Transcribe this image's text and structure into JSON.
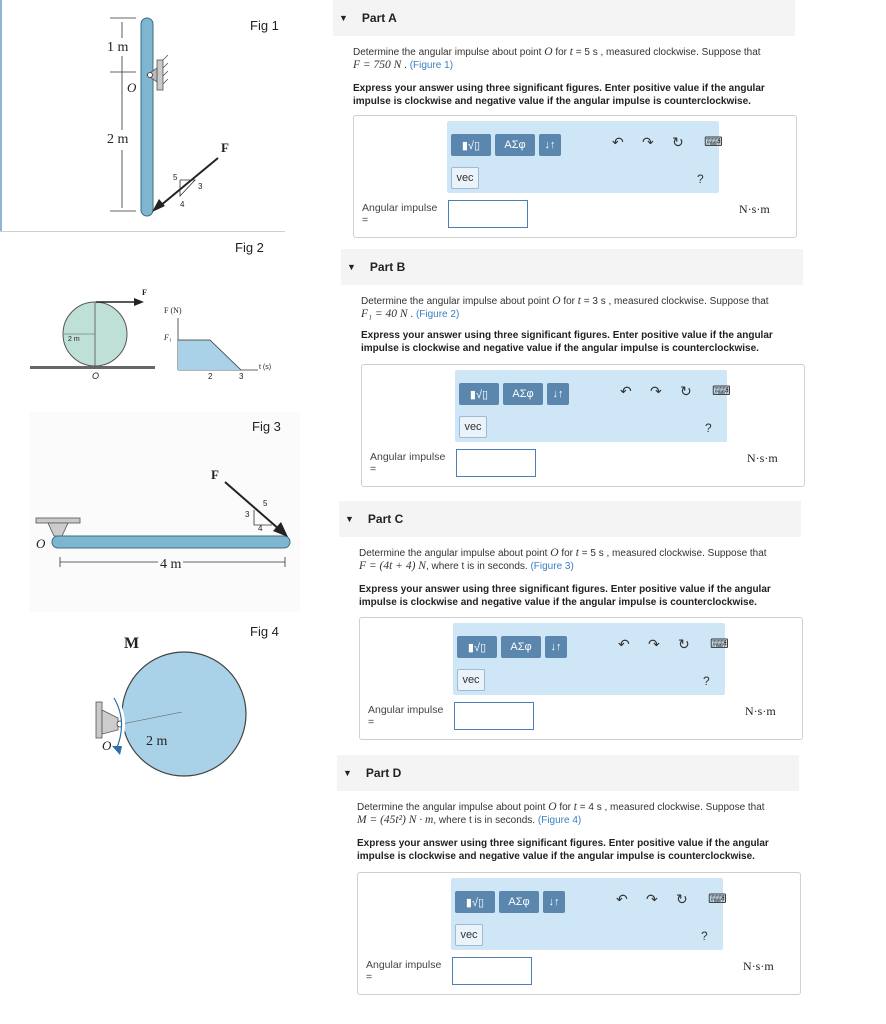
{
  "figures": {
    "fig1": {
      "label": "Fig 1",
      "dim_top": "1 m",
      "dim_bottom": "2 m",
      "point": "O",
      "force": "F",
      "slope": [
        "5",
        "3",
        "4"
      ]
    },
    "fig2": {
      "label": "Fig 2",
      "force": "F",
      "radius": "2 m",
      "point": "O",
      "y_axis": "F (N)",
      "y_tick": "F₁",
      "x_ticks": [
        "2",
        "3"
      ],
      "x_axis": "t (s)"
    },
    "fig3": {
      "label": "Fig 3",
      "force": "F",
      "slope": [
        "3",
        "5",
        "4"
      ],
      "point": "O",
      "length": "4 m"
    },
    "fig4": {
      "label": "Fig 4",
      "moment": "M",
      "radius": "2 m",
      "point": "O"
    }
  },
  "toolbar": {
    "templates": "▮√▯",
    "greek": "ΑΣφ",
    "arrows": "↓↑",
    "vec": "vec",
    "help": "?",
    "undo": "↶",
    "redo": "↷",
    "reset": "↻",
    "keyboard": "⌨"
  },
  "parts": [
    {
      "title": "Part A",
      "q1": "Determine the angular impulse about point ",
      "q_var": "O",
      "q2": " for ",
      "q_t": "t",
      "q3": " = 5  s , measured clockwise. Suppose that",
      "given": "F = 750  N",
      "given_suffix": " . ",
      "fig_link": "(Figure 1)",
      "instruction": "Express your answer using three significant figures. Enter positive value if the angular impulse is clockwise and negative value if the angular impulse is counterclockwise.",
      "answer_label": "Angular impulse =",
      "unit": "N·s·m"
    },
    {
      "title": "Part B",
      "q1": "Determine the angular impulse about point ",
      "q_var": "O",
      "q2": " for ",
      "q_t": "t",
      "q3": " = 3 s , measured clockwise. Suppose that",
      "given": "F₁ = 40  N",
      "given_suffix": " . ",
      "fig_link": "(Figure 2)",
      "instruction": "Express your answer using three significant figures. Enter positive value if the angular impulse is clockwise and negative value if the angular impulse is counterclockwise.",
      "answer_label": "Angular impulse =",
      "unit": "N·s·m"
    },
    {
      "title": "Part C",
      "q1": "Determine the angular impulse about point ",
      "q_var": "O",
      "q2": " for ",
      "q_t": "t",
      "q3": " = 5  s , measured clockwise. Suppose that",
      "given": "F = (4t + 4) N",
      "given_suffix": ", where t is in seconds. ",
      "fig_link": "(Figure 3)",
      "instruction": "Express your answer using three significant figures. Enter positive value if the angular impulse is clockwise and negative value if the angular impulse is counterclockwise.",
      "answer_label": "Angular impulse =",
      "unit": "N·s·m"
    },
    {
      "title": "Part D",
      "q1": "Determine the angular impulse about point ",
      "q_var": "O",
      "q2": " for ",
      "q_t": "t",
      "q3": " = 4  s , measured clockwise. Suppose that",
      "given": "M = (45t²) N · m",
      "given_suffix": ", where t is in seconds. ",
      "fig_link": "(Figure 4)",
      "instruction": "Express your answer using three significant figures. Enter positive value if the angular impulse is clockwise and negative value if the angular impulse is counterclockwise.",
      "answer_label": "Angular impulse =",
      "unit": "N·s·m"
    }
  ]
}
